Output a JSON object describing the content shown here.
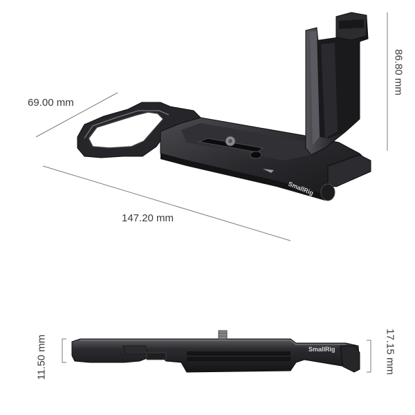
{
  "dimensions": {
    "width_top": "69.00 mm",
    "length": "147.20 mm",
    "height": "86.80 mm",
    "side_left_thickness": "11.50 mm",
    "side_right_thickness": "17.15 mm"
  },
  "brand": {
    "logo_text": "SmallRig"
  },
  "colors": {
    "metal_dark": "#1f1f22",
    "metal_mid": "#3a3a3e",
    "metal_highlight": "#6a6a70",
    "dimension_line": "#7a7a7a"
  }
}
